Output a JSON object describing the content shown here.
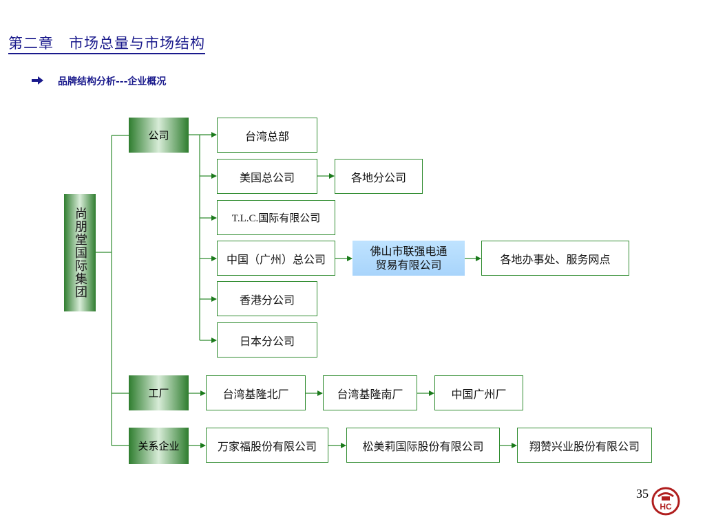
{
  "header": {
    "title": "第二章　市场总量与市场结构",
    "subtitle": "品牌结构分析---企业概况"
  },
  "diagram": {
    "root": "尚朋堂国际集团",
    "categories": {
      "company": "公司",
      "factory": "工厂",
      "related": "关系企业"
    },
    "company_nodes": {
      "taiwan_hq": "台湾总部",
      "us_hq": "美国总公司",
      "us_branches": "各地分公司",
      "tlc": "T.L.C.国际有限公司",
      "china_hq": "中国（广州）总公司",
      "foshan_line1": "佛山市联强电通",
      "foshan_line2": "贸易有限公司",
      "offices": "各地办事处、服务网点",
      "hk": "香港分公司",
      "japan": "日本分公司"
    },
    "factory_nodes": {
      "keelung_north": "台湾基隆北厂",
      "keelung_south": "台湾基隆南厂",
      "guangzhou": "中国广州厂"
    },
    "related_nodes": {
      "wanjiafu": "万家福股份有限公司",
      "songmeili": "松美莉国际股份有限公司",
      "xiangzan": "翔赞兴业股份有限公司"
    }
  },
  "footer": {
    "page_number": "35",
    "logo_text": "HC"
  },
  "colors": {
    "title": "#1a1a8c",
    "line": "#2e8b2e",
    "green_dark": "#2f7d2f",
    "blue_box": "#a8d4fb"
  }
}
